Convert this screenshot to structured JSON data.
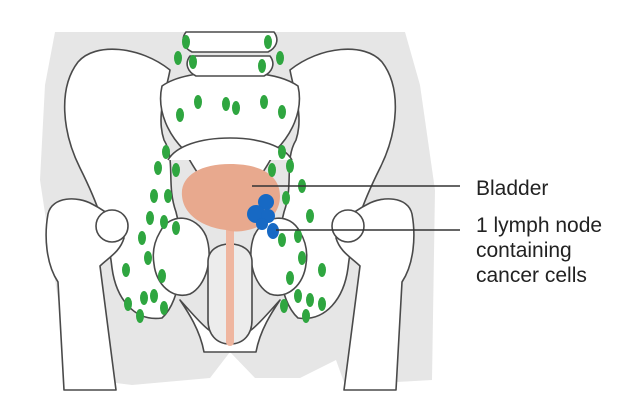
{
  "labels": {
    "bladder": "Bladder",
    "lymph_node_lines": [
      "1 lymph node",
      "containing",
      "cancer cells"
    ]
  },
  "colors": {
    "lymph_node": "#2fa640",
    "cancer_lymph_node": "#1769c4",
    "bladder": "#e8a98e",
    "urethra": "#efb6a0",
    "body_silhouette": "#e6e6e6"
  }
}
